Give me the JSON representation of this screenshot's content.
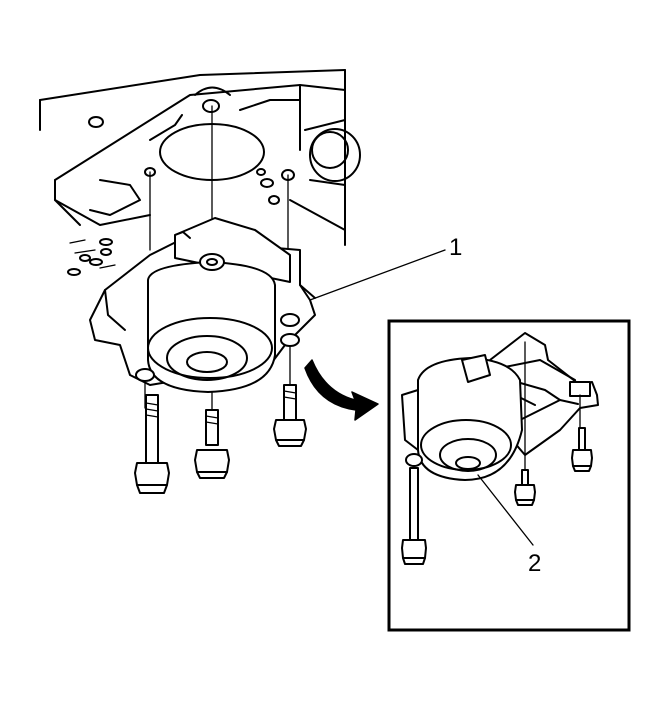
{
  "figure": {
    "callouts": [
      {
        "id": "1",
        "label": "1"
      },
      {
        "id": "2",
        "label": "2"
      }
    ],
    "icons": [
      "engine-block-underside",
      "mount-bracket",
      "mount-bolt",
      "detail-arrow",
      "inset-view"
    ]
  }
}
